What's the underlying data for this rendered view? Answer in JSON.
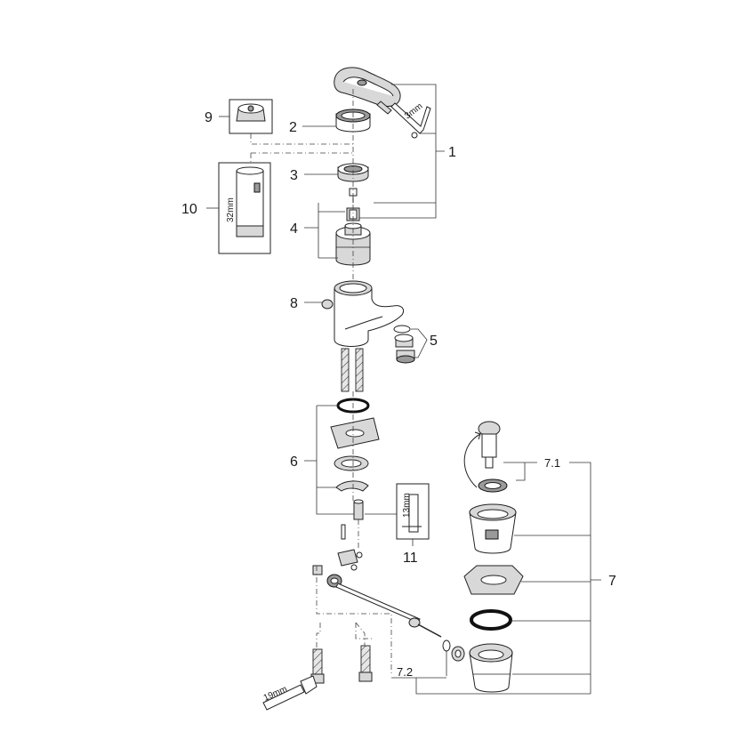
{
  "callouts": {
    "c1": "1",
    "c2": "2",
    "c3": "3",
    "c4": "4",
    "c5": "5",
    "c6": "6",
    "c7": "7",
    "c7_1": "7.1",
    "c7_2": "7.2",
    "c8": "8",
    "c9": "9",
    "c10": "10",
    "c11": "11"
  },
  "dimensions": {
    "hex_key": "3mm",
    "sleeve": "32mm",
    "tool_11": "13mm",
    "wrench": "19mm"
  },
  "colors": {
    "line": "#222222",
    "light_fill": "#d8d8d8",
    "dark_fill": "#9a9a9a"
  }
}
